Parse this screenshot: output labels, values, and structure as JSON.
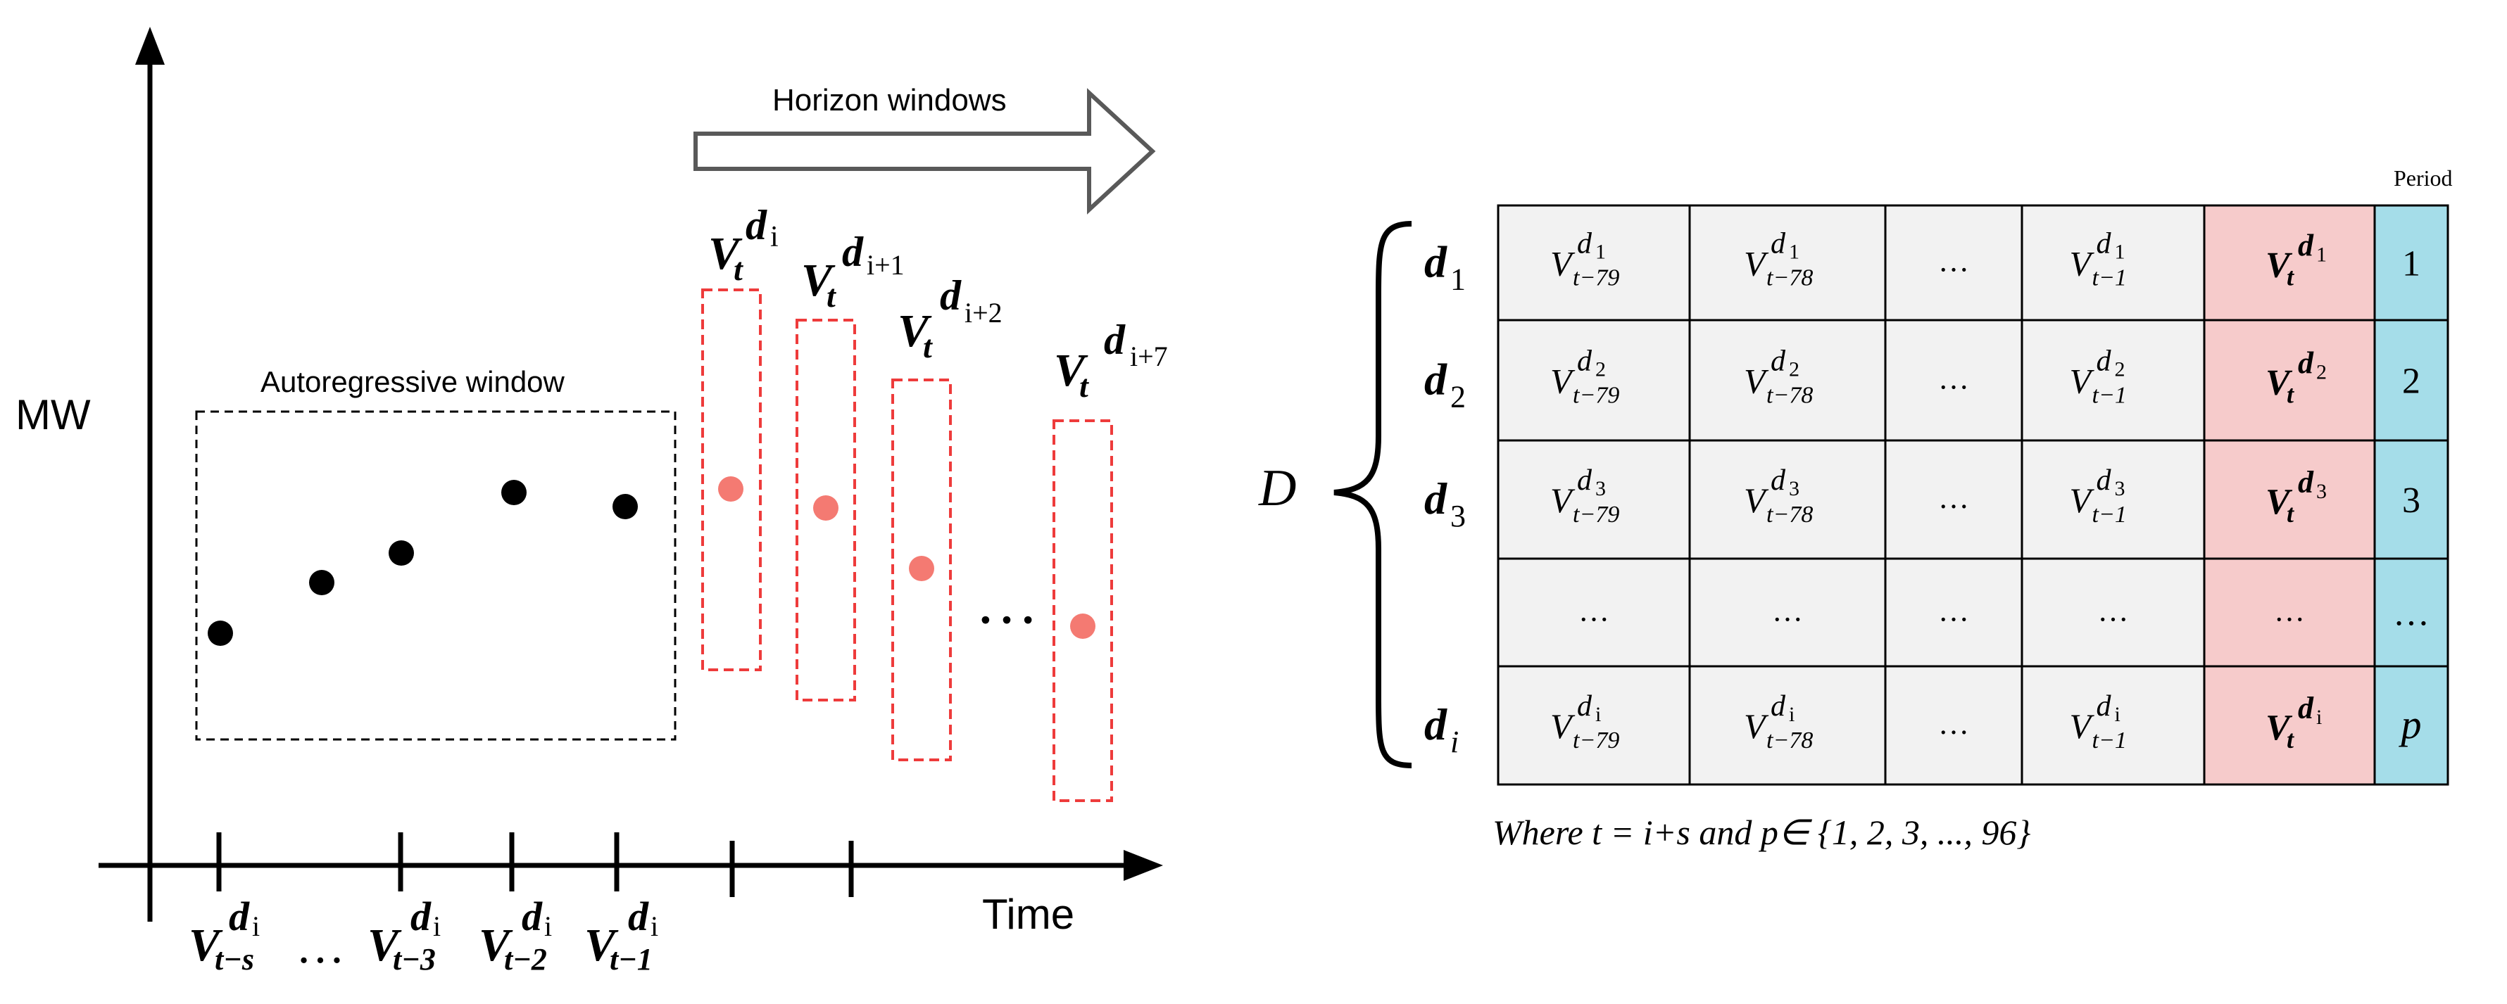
{
  "left_diagram": {
    "y_axis_label": "MW",
    "x_axis_label": "Time",
    "autoregressive_label": "Autoregressive window",
    "horizon_label": "Horizon windows",
    "ellipsis": "…",
    "series_var": "V",
    "time_sub": "t",
    "day_sup": "d",
    "horizon_tops": [
      "i",
      "i+1",
      "i+2",
      "i+7"
    ],
    "tick_labels": [
      {
        "sub": "t−s",
        "sup_sub": "i"
      },
      {
        "sub": "t−3",
        "sup_sub": "i"
      },
      {
        "sub": "t−2",
        "sup_sub": "i"
      },
      {
        "sub": "t−1",
        "sup_sub": "i"
      }
    ],
    "colors": {
      "axis": "#000000",
      "autoreg_point": "#000000",
      "horizon_point": "#f47a72",
      "horizon_box": "#ee3b3b",
      "arrow_stroke": "#595959"
    }
  },
  "right_table": {
    "set_label": "D",
    "period_header": "Period",
    "footnote": "Where t = i+s  and p∈ {1, 2, 3, ..., 96}",
    "row_labels": [
      {
        "main": "d",
        "sub": "1"
      },
      {
        "main": "d",
        "sub": "2"
      },
      {
        "main": "d",
        "sub": "3"
      },
      {
        "main": "",
        "sub": ""
      },
      {
        "main": "d",
        "sub": "i"
      }
    ],
    "lag_subs": [
      "t−79",
      "t−78",
      "",
      "t−1"
    ],
    "cell_var": "V",
    "cell_sup": "d",
    "row_sup_subs": [
      "1",
      "2",
      "3",
      "",
      "i"
    ],
    "dots": "…",
    "periods": [
      "1",
      "2",
      "3",
      "…",
      "p"
    ],
    "colors": {
      "grid_fill": "#f2f2f2",
      "target_fill": "#f6cbcb",
      "period_fill": "#a5dde9",
      "border": "#000000"
    }
  }
}
